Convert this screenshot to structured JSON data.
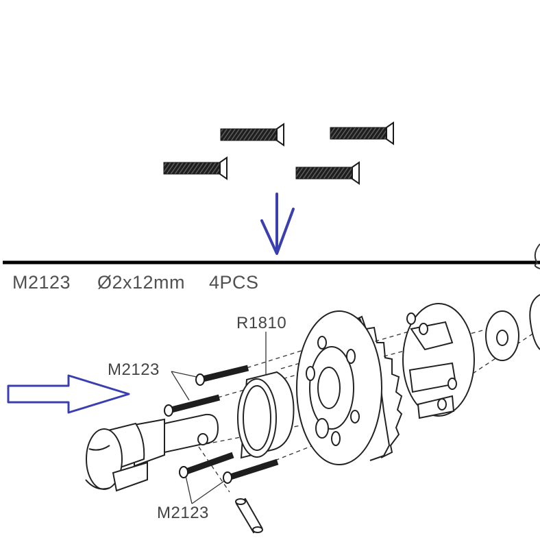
{
  "spec": {
    "part": "M2123",
    "size": "Ø2x12mm",
    "qty": "4PCS"
  },
  "callouts": {
    "bearing": "R1810",
    "screws_top": "M2123",
    "screws_bottom": "M2123"
  },
  "colors": {
    "arrow": "#3a3fb0",
    "line": "#000000",
    "drawing": "#333333"
  },
  "icons": {
    "down_arrow": "down-arrow-icon",
    "right_arrow": "right-arrow-icon"
  }
}
